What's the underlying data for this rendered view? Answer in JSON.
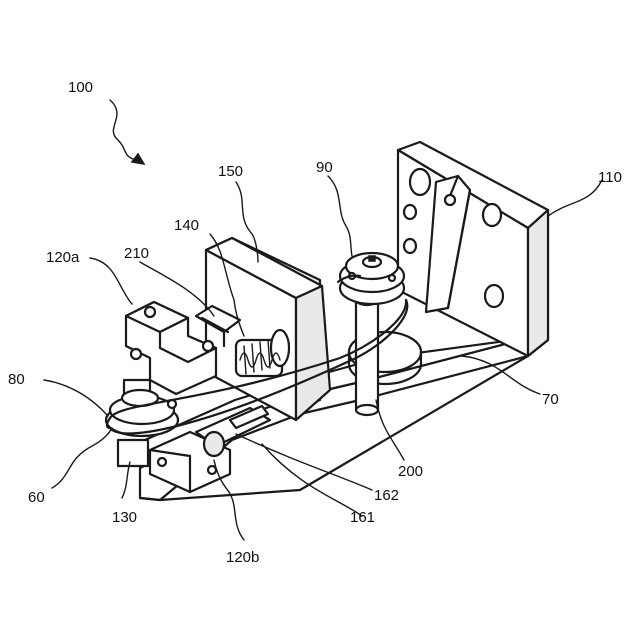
{
  "labels": {
    "l100": "100",
    "l150": "150",
    "l90": "90",
    "l110": "110",
    "l140": "140",
    "l210": "210",
    "l120a": "120a",
    "l80": "80",
    "l60": "60",
    "l130": "130",
    "l120b": "120b",
    "l161": "161",
    "l162": "162",
    "l200": "200",
    "l70": "70"
  }
}
